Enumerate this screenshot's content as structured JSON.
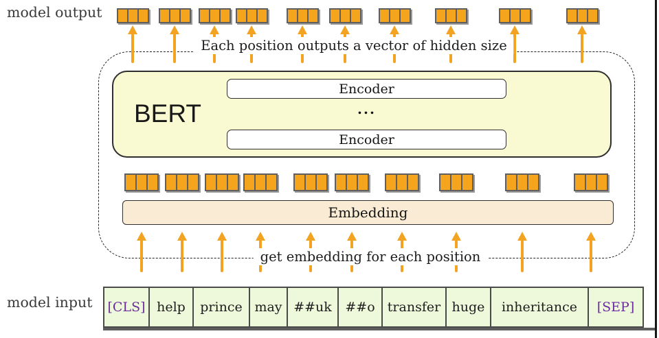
{
  "diagram": {
    "output_label": "model output",
    "input_label": "model input",
    "top_caption": "Each position outputs a vector of hidden size",
    "bottom_caption": "get embedding for each position",
    "bert": {
      "title": "BERT",
      "encoders": [
        "Encoder",
        "Encoder"
      ],
      "ellipsis": "..."
    },
    "embedding_label": "Embedding",
    "tokens": [
      {
        "text": "[CLS]",
        "special": true
      },
      {
        "text": "help",
        "special": false
      },
      {
        "text": "prince",
        "special": false
      },
      {
        "text": "may",
        "special": false
      },
      {
        "text": "##uk",
        "special": false
      },
      {
        "text": "##o",
        "special": false
      },
      {
        "text": "transfer",
        "special": false
      },
      {
        "text": "huge",
        "special": false
      },
      {
        "text": "inheritance",
        "special": false
      },
      {
        "text": "[SEP]",
        "special": true
      }
    ],
    "vector_cells_per_token": 3,
    "colors": {
      "vector_fill": "#f5a41d",
      "vector_border": "#5f5f5f",
      "arrow": "#f2a322",
      "bert_fill": "#fafad2",
      "embedding_fill": "#faebd5",
      "box_border": "#2e2e2e",
      "token_cell_fill": "#eef8da",
      "table_border": "#4a4a4a",
      "special_token": "#6a2d9e",
      "text": "#1d1d1d"
    }
  }
}
